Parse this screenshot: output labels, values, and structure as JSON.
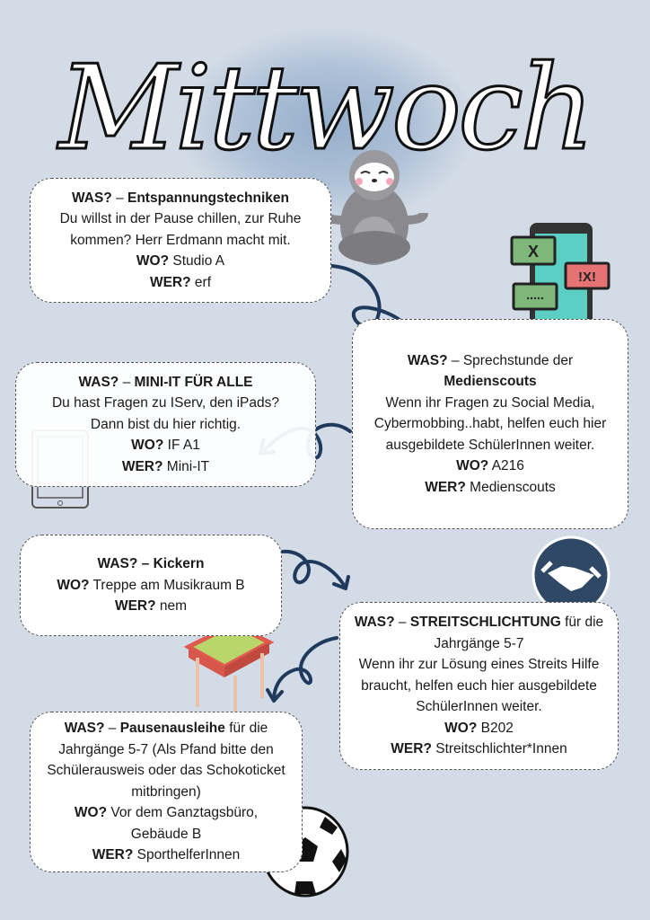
{
  "title": "Mittwoch",
  "boxes": {
    "entspannung": {
      "was_label": "WAS?",
      "dash": " – ",
      "was_title": "Entspannungstechniken",
      "was_rest": "",
      "desc": "Du willst in der Pause chillen, zur Ruhe kommen? Herr Erdmann macht mit.",
      "wo_label": "WO?",
      "wo": "Studio A",
      "wer_label": "WER?",
      "wer": "erf"
    },
    "medienscouts": {
      "was_label": "WAS?",
      "dash": " – ",
      "was_pre": "Sprechstunde der",
      "was_title": "Medienscouts",
      "desc": "Wenn ihr Fragen zu Social Media, Cybermobbing..habt, helfen euch hier ausgebildete SchülerInnen weiter.",
      "wo_label": "WO?",
      "wo": "A216",
      "wer_label": "WER?",
      "wer": "Medienscouts"
    },
    "miniit": {
      "was_label": "WAS?",
      "dash": " – ",
      "was_title": "MINI-IT FÜR ALLE",
      "desc": "Du hast Fragen zu IServ, den iPads? Dann bist du hier richtig.",
      "wo_label": "WO?",
      "wo": "IF A1",
      "wer_label": "WER?",
      "wer": "Mini-IT"
    },
    "kickern": {
      "was_label": "WAS?",
      "dash": " – ",
      "was_title": "Kickern",
      "wo_label": "WO?",
      "wo": "Treppe am Musikraum B",
      "wer_label": "WER?",
      "wer": "nem"
    },
    "streit": {
      "was_label": "WAS?",
      "dash": " – ",
      "was_title": "STREITSCHLICHTUNG",
      "was_rest": " für die Jahrgänge 5-7",
      "desc": "Wenn ihr zur Lösung eines Streits Hilfe braucht, helfen euch hier ausgebildete SchülerInnen weiter.",
      "wo_label": "WO?",
      "wo": "B202",
      "wer_label": "WER?",
      "wer": "Streitschlichter*Innen"
    },
    "pausen": {
      "was_label": "WAS?",
      "dash": " – ",
      "was_title": "Pausenausleihe",
      "was_rest": " für die Jahrgänge 5-7 (Als Pfand bitte den Schülerausweis oder das Schokoticket mitbringen)",
      "wo_label": "WO?",
      "wo": "Vor dem Ganztagsbüro, Gebäude B",
      "wer_label": "WER?",
      "wer": "SporthelferInnen"
    }
  },
  "chat_icons": {
    "x": "X",
    "alert": "!X!",
    "dots": "....."
  },
  "colors": {
    "background": "#d3dce6",
    "arrow": "#1f3a5c",
    "box": "#ffffff"
  }
}
